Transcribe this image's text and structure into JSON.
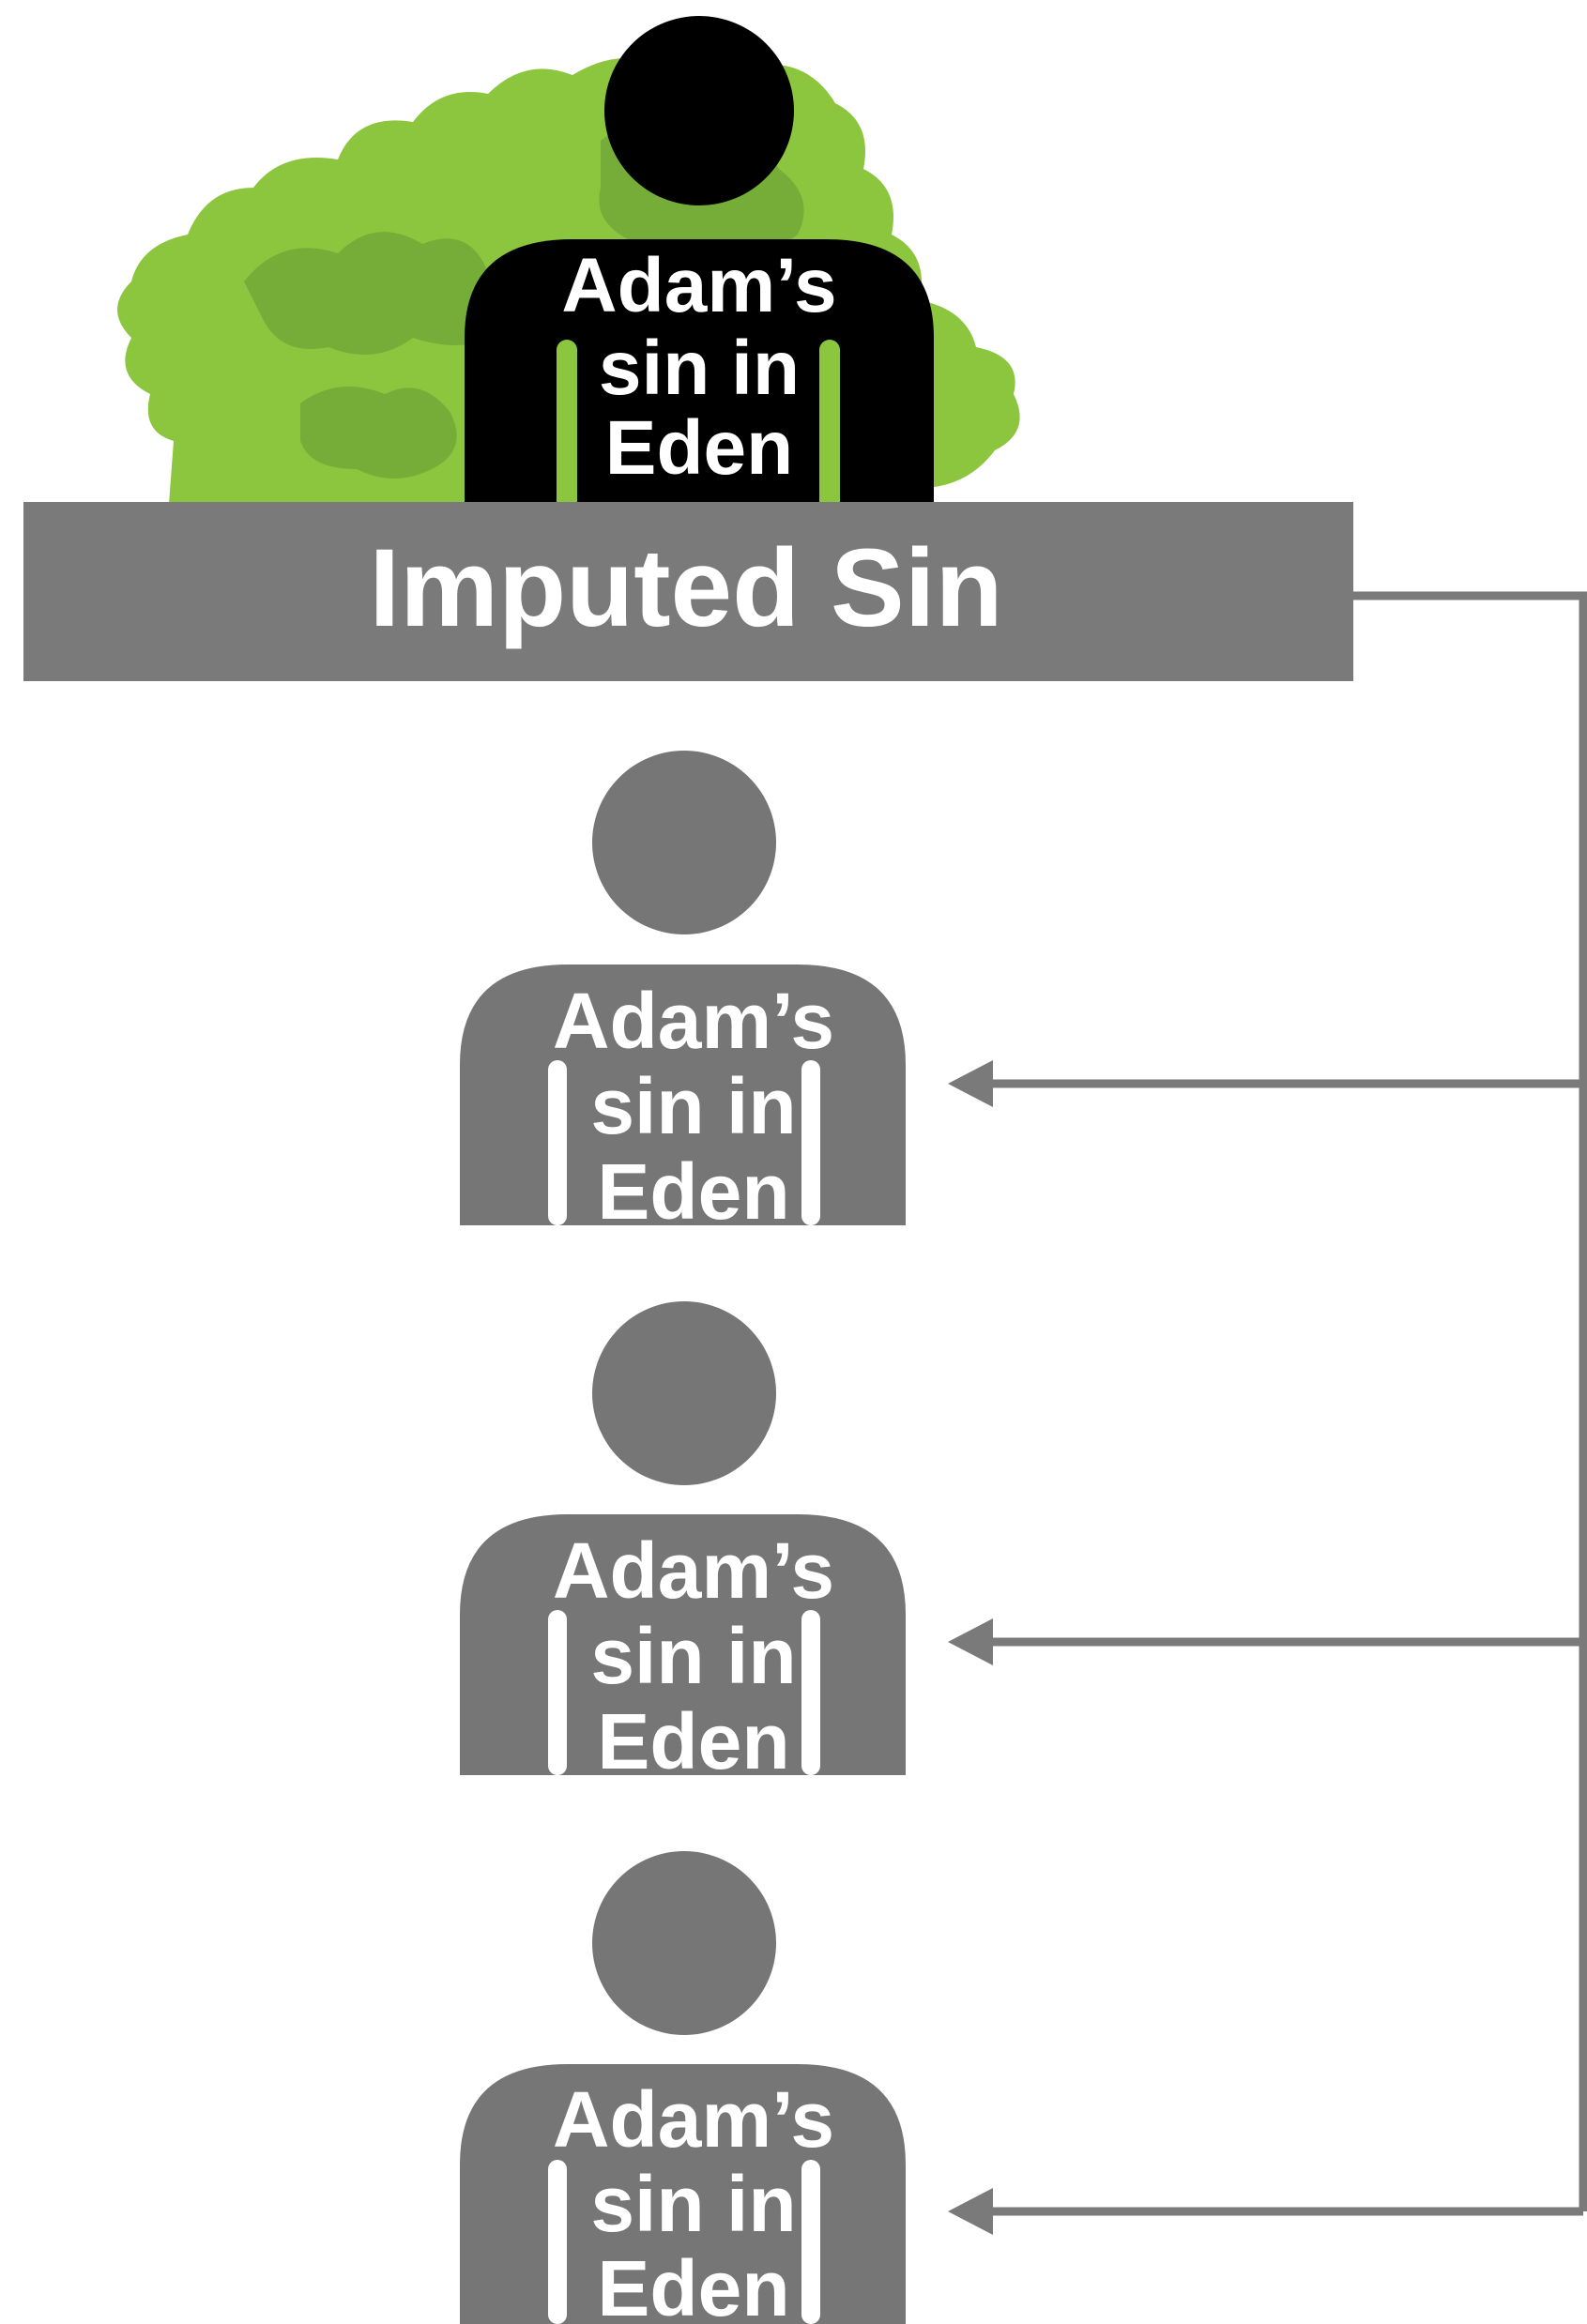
{
  "banner": {
    "label": "Imputed Sin"
  },
  "adam": {
    "line1": "Adam’s",
    "line2": "sin in",
    "line3": "Eden"
  },
  "descendants": [
    {
      "line1": "Adam’s",
      "line2": "sin in",
      "line3": "Eden"
    },
    {
      "line1": "Adam’s",
      "line2": "sin in",
      "line3": "Eden"
    },
    {
      "line1": "Adam’s",
      "line2": "sin in",
      "line3": "Eden"
    }
  ],
  "icons": {
    "tree": "tree-icon",
    "person": "person-icon",
    "arrow": "arrow-left-icon"
  },
  "colors": {
    "tree_light": "#8cc63f",
    "tree_dark": "#76ad38",
    "adam_figure": "#000000",
    "descendant_figure": "#767676",
    "banner": "#7a7a7a",
    "connector": "#7a7a7a",
    "text": "#ffffff"
  }
}
